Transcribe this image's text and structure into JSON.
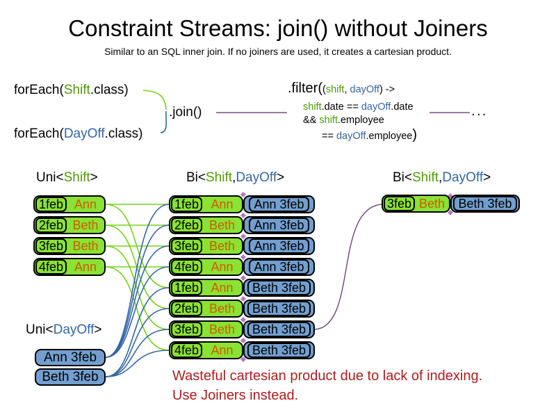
{
  "title": "Constraint Streams: join() without Joiners",
  "subtitle": "Similar to an SQL inner join. If no joiners are used, it creates a cartesian product.",
  "code": {
    "foreach_shift": [
      {
        "t": "forEach(",
        "c": "k",
        "s": "md"
      },
      {
        "t": "Shift",
        "c": "g",
        "s": "md"
      },
      {
        "t": ".class)",
        "c": "k",
        "s": "md"
      }
    ],
    "foreach_dayoff": [
      {
        "t": "forEach(",
        "c": "k",
        "s": "md"
      },
      {
        "t": "DayOff",
        "c": "b",
        "s": "md"
      },
      {
        "t": ".class)",
        "c": "k",
        "s": "md"
      }
    ],
    "join": ".join()",
    "filter_line1": [
      {
        "t": ".filter(",
        "c": "k",
        "s": "lg"
      },
      {
        "t": "(",
        "c": "k",
        "s": "sm"
      },
      {
        "t": "shift",
        "c": "g",
        "s": "sm"
      },
      {
        "t": ", ",
        "c": "k",
        "s": "sm"
      },
      {
        "t": "dayOff",
        "c": "b",
        "s": "sm"
      },
      {
        "t": ") ->",
        "c": "k",
        "s": "sm"
      }
    ],
    "filter_line2": [
      {
        "t": "shift",
        "c": "g",
        "s": "sm"
      },
      {
        "t": ".date == ",
        "c": "k",
        "s": "sm"
      },
      {
        "t": "dayOff",
        "c": "b",
        "s": "sm"
      },
      {
        "t": ".date",
        "c": "k",
        "s": "sm"
      }
    ],
    "filter_line3": [
      {
        "t": "&& ",
        "c": "k",
        "s": "sm"
      },
      {
        "t": "shift",
        "c": "g",
        "s": "sm"
      },
      {
        "t": ".employee",
        "c": "k",
        "s": "sm"
      }
    ],
    "filter_line4": [
      {
        "t": "== ",
        "c": "k",
        "s": "sm"
      },
      {
        "t": "dayOff",
        "c": "b",
        "s": "sm"
      },
      {
        "t": ".employee",
        "c": "k",
        "s": "sm"
      },
      {
        "t": ")",
        "c": "k",
        "s": "lg"
      }
    ],
    "ellipsis": "..."
  },
  "labels": {
    "uni_shift": [
      {
        "t": "Uni<",
        "c": "k"
      },
      {
        "t": "Shift",
        "c": "g"
      },
      {
        "t": ">",
        "c": "k"
      }
    ],
    "bi_shift_dayoff": [
      {
        "t": "Bi<",
        "c": "k"
      },
      {
        "t": "Shift",
        "c": "g"
      },
      {
        "t": ", ",
        "c": "k"
      },
      {
        "t": "DayOff",
        "c": "b"
      },
      {
        "t": ">",
        "c": "k"
      }
    ],
    "uni_dayoff": [
      {
        "t": "Uni<",
        "c": "k"
      },
      {
        "t": "DayOff",
        "c": "b"
      },
      {
        "t": ">",
        "c": "k"
      }
    ]
  },
  "shift_facts": [
    {
      "date": "1feb",
      "employee": "Ann"
    },
    {
      "date": "2feb",
      "employee": "Beth"
    },
    {
      "date": "3feb",
      "employee": "Beth"
    },
    {
      "date": "4feb",
      "employee": "Ann"
    }
  ],
  "dayoff_facts": [
    {
      "label": "Ann 3feb"
    },
    {
      "label": "Beth 3feb"
    }
  ],
  "joined_rows": [
    {
      "date": "1feb",
      "employee": "Ann",
      "dayoff": "Ann 3feb"
    },
    {
      "date": "2feb",
      "employee": "Beth",
      "dayoff": "Ann 3feb"
    },
    {
      "date": "3feb",
      "employee": "Beth",
      "dayoff": "Ann 3feb"
    },
    {
      "date": "4feb",
      "employee": "Ann",
      "dayoff": "Ann 3feb"
    },
    {
      "date": "1feb",
      "employee": "Ann",
      "dayoff": "Beth 3feb"
    },
    {
      "date": "2feb",
      "employee": "Beth",
      "dayoff": "Beth 3feb"
    },
    {
      "date": "3feb",
      "employee": "Beth",
      "dayoff": "Beth 3feb"
    },
    {
      "date": "4feb",
      "employee": "Ann",
      "dayoff": "Beth 3feb"
    }
  ],
  "result_row": {
    "date": "3feb",
    "employee": "Beth",
    "dayoff": "Beth 3feb"
  },
  "warning": {
    "line1": "Wasteful cartesian product due to lack of indexing.",
    "line2": "Use Joiners instead."
  },
  "connections": {
    "shift_to_joined": [
      {
        "from": 0,
        "to": 0
      },
      {
        "from": 0,
        "to": 4
      },
      {
        "from": 1,
        "to": 1
      },
      {
        "from": 1,
        "to": 5
      },
      {
        "from": 2,
        "to": 2
      },
      {
        "from": 2,
        "to": 6
      },
      {
        "from": 3,
        "to": 3
      },
      {
        "from": 3,
        "to": 7
      }
    ],
    "dayoff_to_joined": [
      {
        "from": 0,
        "to": 0
      },
      {
        "from": 0,
        "to": 1
      },
      {
        "from": 0,
        "to": 2
      },
      {
        "from": 0,
        "to": 3
      },
      {
        "from": 1,
        "to": 4
      },
      {
        "from": 1,
        "to": 5
      },
      {
        "from": 1,
        "to": 6
      },
      {
        "from": 1,
        "to": 7
      }
    ],
    "joined_to_result": [
      {
        "from": 6
      }
    ]
  },
  "colors": {
    "box_green": "#8ae234",
    "box_blue": "#729fcf",
    "line_green": "#73d216",
    "line_blue": "#3465a4",
    "purple": "#75507b",
    "code_green": "#4e9a06",
    "code_blue": "#3465a4",
    "employee_orange": "#ce5c00",
    "warning_red": "#b01c1c",
    "diamond": "#b57ab5"
  }
}
